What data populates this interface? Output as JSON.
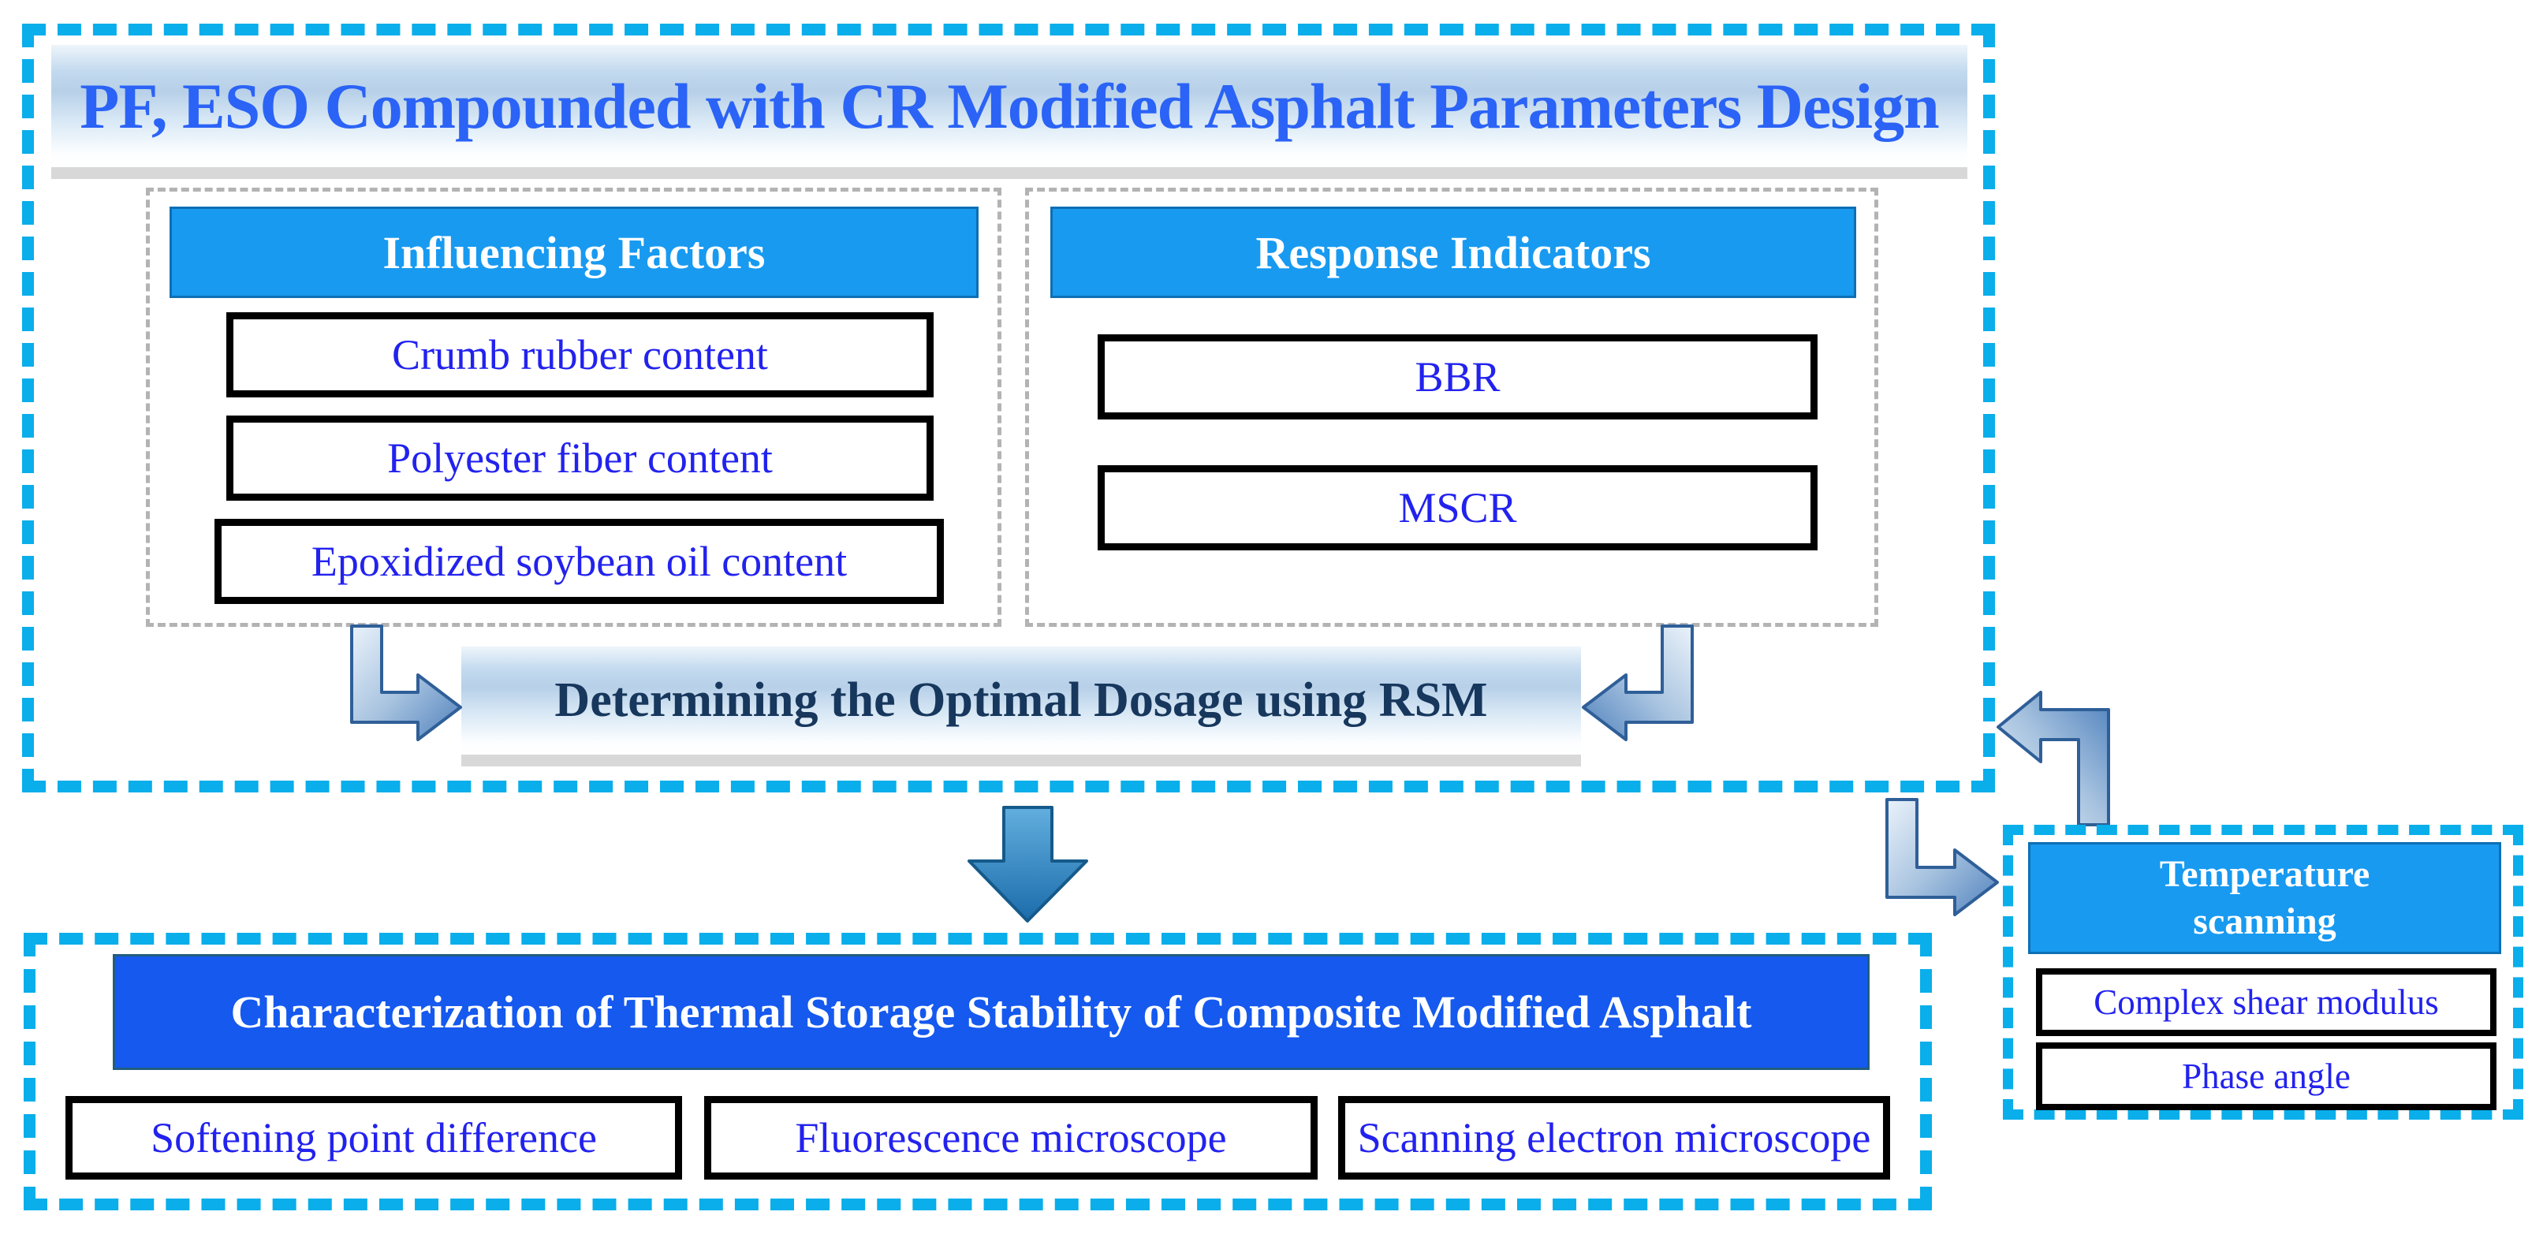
{
  "design_panel": {
    "title": "PF, ESO Compounded with CR Modified Asphalt Parameters Design",
    "influencing_factors": {
      "header": "Influencing Factors",
      "items": [
        "Crumb rubber content",
        "Polyester fiber content",
        "Epoxidized soybean oil content"
      ]
    },
    "response_indicators": {
      "header": "Response Indicators",
      "items": [
        "BBR",
        "MSCR"
      ]
    },
    "rsm_banner": "Determining the Optimal Dosage using RSM"
  },
  "characterization_panel": {
    "header": "Characterization of Thermal Storage Stability of Composite Modified Asphalt",
    "items": [
      "Softening point difference",
      "Fluorescence microscope",
      "Scanning electron microscope"
    ]
  },
  "temperature_panel": {
    "header": "Temperature scanning",
    "items": [
      "Complex shear modulus",
      "Phase angle"
    ]
  },
  "icons": {
    "factors_to_rsm": "bent-arrow-down-right-icon",
    "indicators_to_rsm": "bent-arrow-down-left-icon",
    "design_to_characterization": "block-arrow-down-icon",
    "temperature_to_design": "bent-arrow-up-left-icon",
    "design_to_temperature": "bent-arrow-down-right-icon"
  },
  "colors": {
    "panel_dash_cyan": "#09aeea",
    "inner_dash_gray": "#b3b3b3",
    "section_header_blue": "#189af0",
    "banner_blue": "#1559ee",
    "item_text_blue": "#2222ee",
    "title_text_blue": "#2b63f6",
    "rsm_text_navy": "#17375d",
    "arrow_steel_blue": "#4f81bd",
    "box_border_black": "#000000"
  }
}
